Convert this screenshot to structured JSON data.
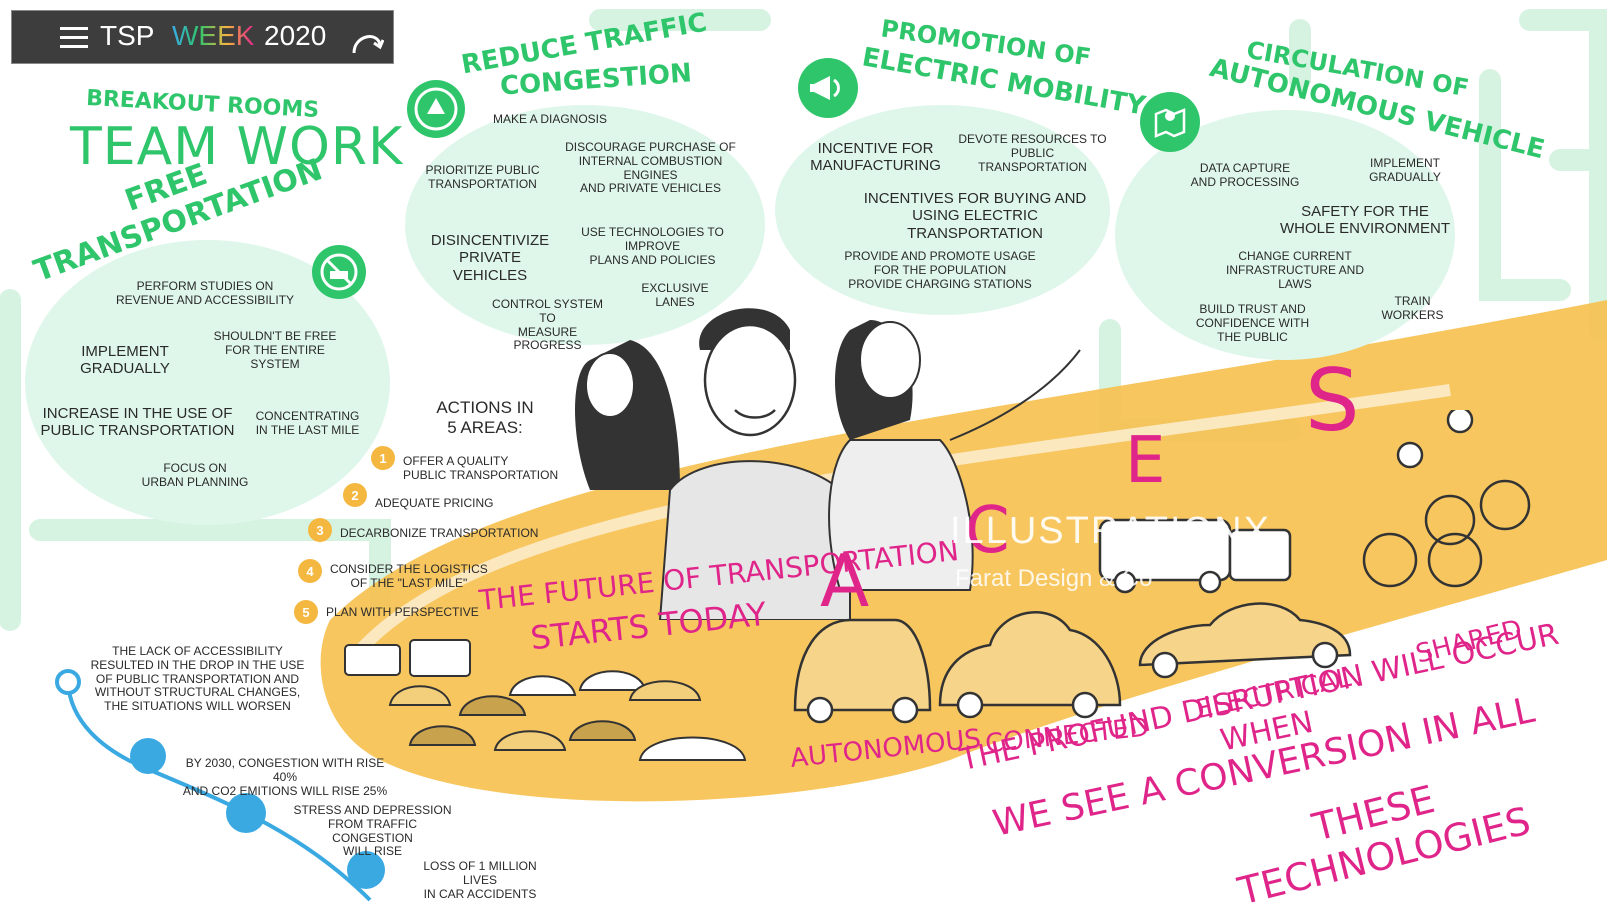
{
  "header": {
    "tsp": "TSP",
    "week": "WEEK",
    "year": "2020"
  },
  "colors": {
    "green": "#2fc56b",
    "light_green": "#dff7ea",
    "pink": "#e0258a",
    "orange": "#f4b73f",
    "blue": "#3aa9e2",
    "dark_bar": "#3d3d3d"
  },
  "breakout": {
    "title1": "BREAKOUT ROOMS",
    "title2": "TEAM WORK"
  },
  "free_transport": {
    "title": "FREE TRANSPORTATION",
    "items": [
      "PERFORM STUDIES ON\nREVENUE AND ACCESSIBILITY",
      "SHOULDN'T BE FREE\nFOR THE ENTIRE SYSTEM",
      "IMPLEMENT\nGRADUALLY",
      "INCREASE IN THE USE OF\nPUBLIC TRANSPORTATION",
      "CONCENTRATING\nIN THE LAST MILE",
      "FOCUS ON\nURBAN PLANNING"
    ]
  },
  "reduce_traffic": {
    "title1": "REDUCE TRAFFIC",
    "title2": "CONGESTION",
    "items": [
      "MAKE A DIAGNOSIS",
      "PRIORITIZE PUBLIC\nTRANSPORTATION",
      "DISCOURAGE PURCHASE OF\nINTERNAL COMBUSTION ENGINES\nAND PRIVATE VEHICLES",
      "DISINCENTIVIZE\nPRIVATE VEHICLES",
      "USE TECHNOLOGIES TO IMPROVE\nPLANS AND POLICIES",
      "EXCLUSIVE LANES",
      "CONTROL SYSTEM TO\nMEASURE PROGRESS"
    ]
  },
  "electric": {
    "title1": "PROMOTION OF",
    "title2": "ELECTRIC MOBILITY",
    "items": [
      "INCENTIVE FOR\nMANUFACTURING",
      "DEVOTE RESOURCES TO\nPUBLIC TRANSPORTATION",
      "INCENTIVES FOR BUYING AND\nUSING ELECTRIC TRANSPORTATION",
      "PROVIDE AND PROMOTE USAGE\nFOR THE POPULATION\nPROVIDE CHARGING STATIONS"
    ]
  },
  "autonomous": {
    "title1": "CIRCULATION OF",
    "title2": "AUTONOMOUS VEHICLE",
    "items": [
      "DATA CAPTURE\nAND PROCESSING",
      "IMPLEMENT\nGRADUALLY",
      "SAFETY FOR THE\nWHOLE ENVIRONMENT",
      "CHANGE CURRENT\nINFRASTRUCTURE AND LAWS",
      "BUILD TRUST AND\nCONFIDENCE WITH\nTHE PUBLIC",
      "TRAIN\nWORKERS"
    ]
  },
  "actions": {
    "title": "ACTIONS IN\n5 AREAS:",
    "steps": [
      {
        "n": "1",
        "label": "OFFER A QUALITY\nPUBLIC TRANSPORTATION"
      },
      {
        "n": "2",
        "label": "ADEQUATE PRICING"
      },
      {
        "n": "3",
        "label": "DECARBONIZE TRANSPORTATION"
      },
      {
        "n": "4",
        "label": "CONSIDER THE LOGISTICS\nOF THE \"LAST MILE\""
      },
      {
        "n": "5",
        "label": "PLAN WITH PERSPECTIVE"
      }
    ]
  },
  "timeline": [
    "THE LACK OF ACCESSIBILITY\nRESULTED IN THE DROP IN THE USE\nOF PUBLIC TRANSPORTATION AND\nWITHOUT STRUCTURAL CHANGES,\nTHE SITUATIONS WILL WORSEN",
    "BY 2030, CONGESTION WITH RISE 40%\nAND CO2 EMITIONS WILL RISE 25%",
    "STRESS AND DEPRESSION\nFROM TRAFFIC CONGESTION\nWILL RISE",
    "LOSS OF 1 MILLION LIVES\nIN CAR ACCIDENTS"
  ],
  "future": {
    "line1": "THE FUTURE OF TRANSPORTATION",
    "line2": "STARTS TODAY"
  },
  "aces": {
    "letters": [
      "A",
      "C",
      "E",
      "S"
    ],
    "words": [
      "AUTONOMOUS",
      "CONNECTED",
      "ELECTRICAL",
      "SHARED"
    ]
  },
  "watermark": {
    "brand": "ILLUSTRATIONX",
    "credit": "Farat Design & Co"
  },
  "conclusion": {
    "line1": "THE PROFUND DISRUPTION WILL OCCUR WHEN",
    "line2": "WE SEE A CONVERSION IN ALL",
    "line3": "THESE TECHNOLOGIES"
  }
}
